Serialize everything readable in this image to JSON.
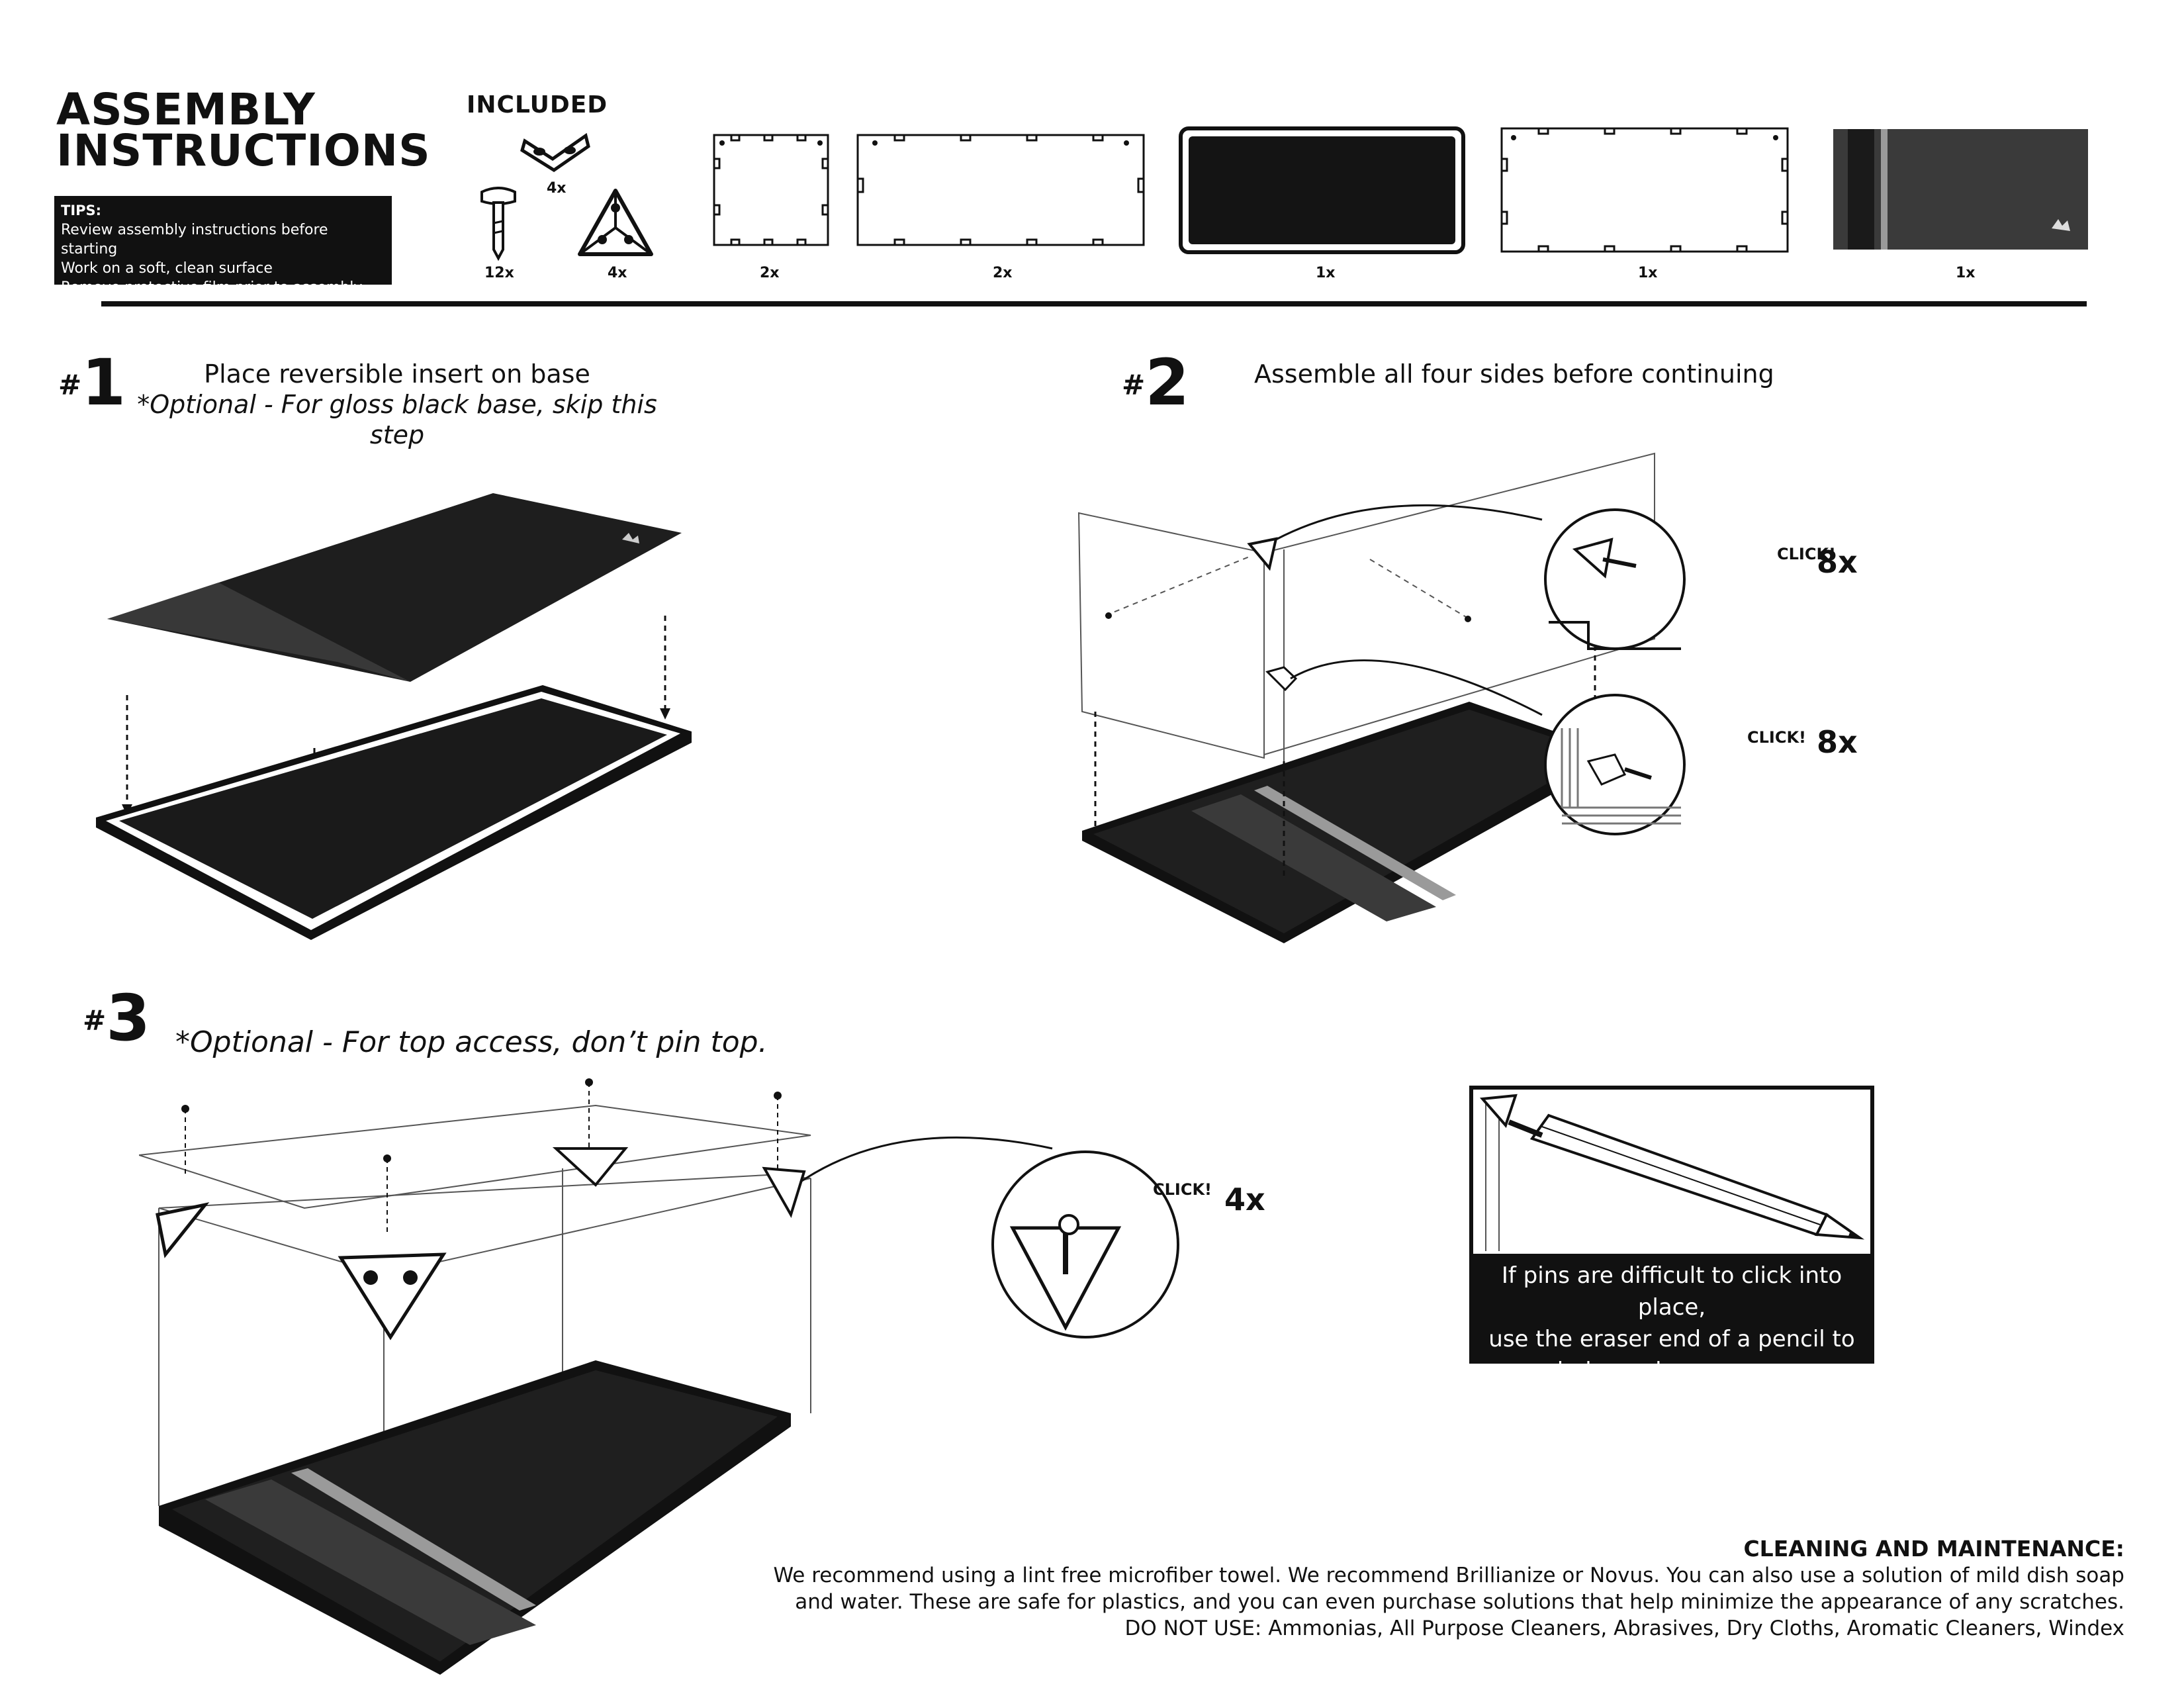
{
  "header": {
    "title_line1": "ASSEMBLY",
    "title_line2": "INSTRUCTIONS",
    "tips_heading": "TIPS:",
    "tips": [
      "Review assembly instructions before starting",
      "Work on a soft, clean surface",
      "Remove protective film prior to assembly"
    ],
    "included_label": "INCLUDED",
    "included_counts": {
      "corner_bracket": "4x",
      "pin": "12x",
      "triangle_corner": "4x",
      "small_panel": "2x",
      "long_panel": "2x",
      "base": "1x",
      "top_panel": "1x",
      "insert": "1x"
    }
  },
  "steps": [
    {
      "number": "1",
      "line1": "Place reversible insert on base",
      "line2": "*Optional - For gloss black base, skip this step"
    },
    {
      "number": "2",
      "line1": "Assemble all four sides before continuing"
    },
    {
      "number": "3",
      "line1": "*Optional - For top access, don’t pin top."
    }
  ],
  "callouts": {
    "click": "CLICK!",
    "step2_qty_a": "8x",
    "step2_qty_b": "8x",
    "step3_qty": "4x"
  },
  "pencil_tip": {
    "line1": "If pins are difficult to click into place,",
    "line2": "use the eraser end of a pencil  to",
    "line3": "help apply pressure."
  },
  "care": {
    "heading": "CLEANING AND MAINTENANCE:",
    "line1": "We recommend using a lint free microfiber towel. We recommend Brillianize or Novus. You can also use a solution of mild dish soap",
    "line2": "and water. These are safe for plastics, and you can even purchase solutions that help minimize the appearance of any scratches.",
    "line3": "DO NOT USE: Ammonias, All Purpose Cleaners, Abrasives, Dry Cloths, Aromatic Cleaners, Windex"
  }
}
